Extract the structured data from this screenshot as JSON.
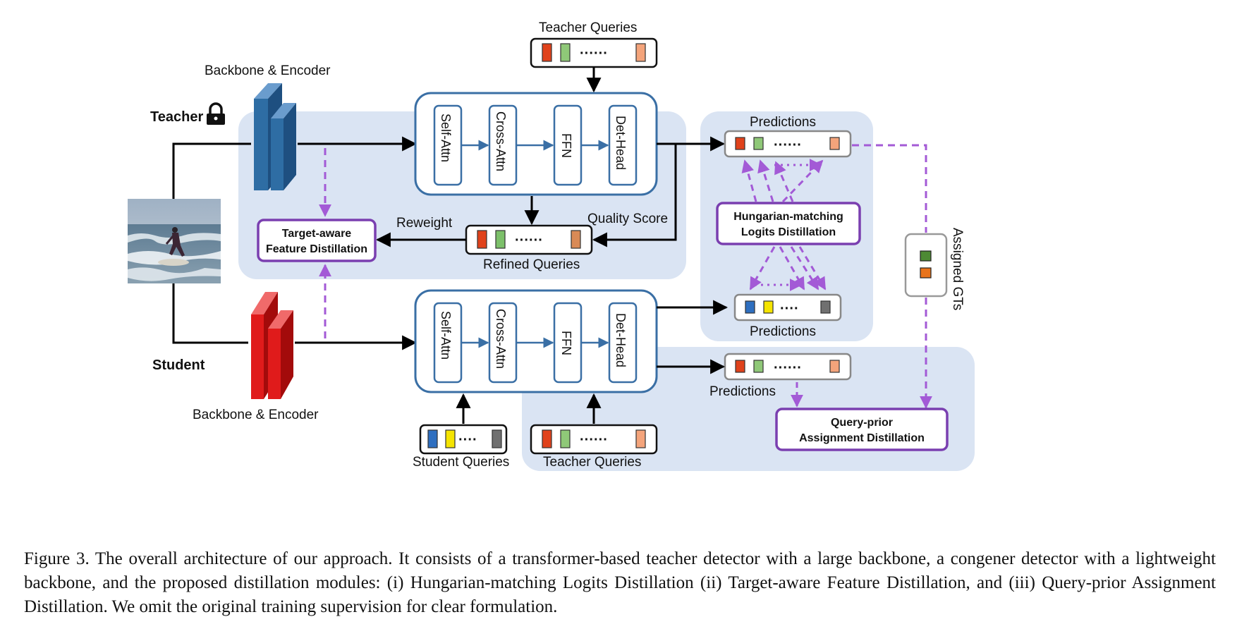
{
  "labels": {
    "teacher": "Teacher",
    "student": "Student",
    "backbone_encoder": "Backbone & Encoder",
    "teacher_queries": "Teacher Queries",
    "student_queries": "Student Queries",
    "refined_queries": "Refined Queries",
    "predictions": "Predictions",
    "reweight": "Reweight",
    "quality_score": "Quality Score",
    "assigned_gts": "Assigned GTs"
  },
  "decoder": {
    "blocks": [
      "Self-Attn",
      "Cross-Attn",
      "FFN",
      "Det-Head"
    ]
  },
  "modules": {
    "target_aware": [
      "Target-aware",
      "Feature Distillation"
    ],
    "hungarian": [
      "Hungarian-matching",
      "Logits Distillation"
    ],
    "query_prior": [
      "Query-prior",
      "Assignment Distillation"
    ]
  },
  "dots": {
    "long": "······",
    "short": "····"
  },
  "caption": {
    "text": "Figure 3. The overall architecture of our approach. It consists of a transformer-based teacher detector with a large backbone, a congener detector with a lightweight backbone, and the proposed distillation modules: (i) Hungarian-matching Logits Distillation (ii) Target-aware Feature Distillation, and (iii) Query-prior Assignment Distillation. We omit the original training supervision for clear formulation."
  },
  "colors": {
    "teacher_blue": "#2e6da4",
    "student_red": "#e01b1b",
    "purple": "#7a3fb0",
    "dashed_purple": "#a35ad6",
    "region_fill": "#dae4f3",
    "decoder_border": "#3a6fa5",
    "query_red": "#e0421b",
    "query_green": "#8fc878",
    "query_orange": "#f4a47b",
    "query_blue": "#2e6fc0",
    "query_yellow": "#f5e400",
    "query_gray": "#707070",
    "gt_green": "#4d8a34",
    "gt_orange": "#e8731b"
  }
}
